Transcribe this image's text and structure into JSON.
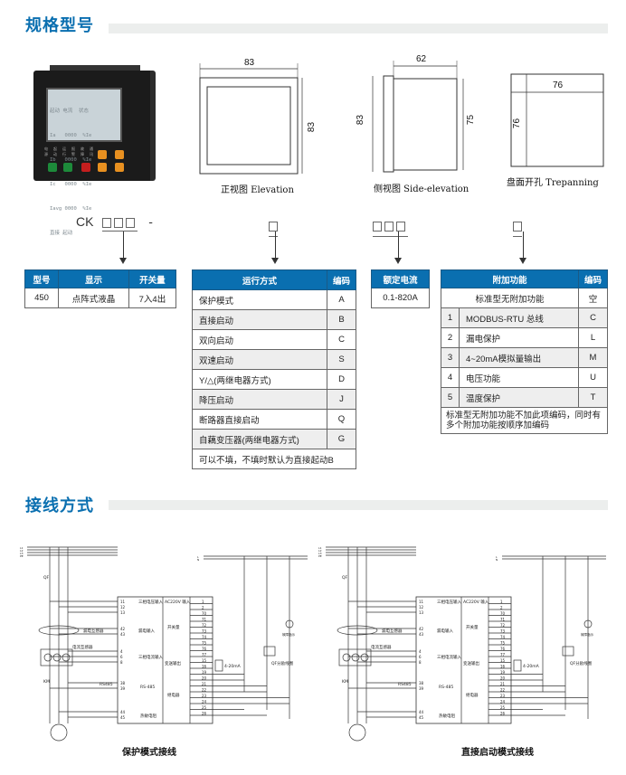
{
  "sections": {
    "spec_title": "规格型号",
    "wiring_title": "接线方式"
  },
  "device": {
    "screen_lines": [
      "起动 电流  状态",
      "Ia   0000  %Ie",
      "Ib   0000  %Ie",
      "Ic   0000  %Ie",
      "Iavg 0000  %Ie",
      "直接 起动"
    ],
    "led_labels": [
      "电源",
      "起动",
      "运行",
      "报警",
      "故障",
      "通讯"
    ]
  },
  "drawings": {
    "elevation": {
      "width": "83",
      "height": "83",
      "caption": "正视图 Elevation"
    },
    "side": {
      "depth": "62",
      "front_height": "83",
      "body_height": "75",
      "caption": "侧视图 Side-elevation"
    },
    "trepanning": {
      "width": "76",
      "height": "76",
      "caption": "盘面开孔 Trepanning"
    }
  },
  "model_code": {
    "prefix": "CK",
    "dash": "-"
  },
  "table_model": {
    "headers": [
      "型号",
      "显示",
      "开关量"
    ],
    "row": [
      "450",
      "点阵式液晶",
      "7入4出"
    ]
  },
  "table_mode": {
    "headers": [
      "运行方式",
      "编码"
    ],
    "rows": [
      [
        "保护模式",
        "A"
      ],
      [
        "直接启动",
        "B"
      ],
      [
        "双向启动",
        "C"
      ],
      [
        "双速启动",
        "S"
      ],
      [
        "Y/△(两继电器方式)",
        "D"
      ],
      [
        "降压启动",
        "J"
      ],
      [
        "断路器直接启动",
        "Q"
      ],
      [
        "自藕变压器(两继电器方式)",
        "G"
      ]
    ],
    "note": "可以不填，不填时默认为直接起动B"
  },
  "table_current": {
    "header": "额定电流",
    "value": "0.1-820A"
  },
  "table_extra": {
    "headers": [
      "附加功能",
      "编码"
    ],
    "standard": [
      "标准型无附加功能",
      "空"
    ],
    "rows": [
      [
        "1",
        "MODBUS-RTU 总线",
        "C"
      ],
      [
        "2",
        "漏电保护",
        "L"
      ],
      [
        "3",
        "4~20mA模拟量输出",
        "M"
      ],
      [
        "4",
        "电压功能",
        "U"
      ],
      [
        "5",
        "温度保护",
        "T"
      ]
    ],
    "note": "标准型无附加功能不加此项编码，同时有多个附加功能按顺序加编码"
  },
  "wiring": {
    "labels": {
      "lines": [
        "L1",
        "L2",
        "L3",
        "PE"
      ],
      "ln": [
        "L",
        "N"
      ],
      "qf": "QF",
      "km": "KM",
      "ac_in": "AC220V 输入",
      "v_in": "三相电压输入",
      "leak_in": "漏电输入",
      "i_in": "三相电流输入",
      "switch": "开关量",
      "analog": "变送输出",
      "relay": "继电器",
      "rs485": "RS-485",
      "rs485_ext": "RS485",
      "therm": "热敏电阻",
      "ct": "电流互感器",
      "leak_ct": "漏电互感器",
      "ma": "4-20mA",
      "trip": "QF分励线圈",
      "lamp": "故障指示"
    },
    "left_terminals": [
      "11",
      "12",
      "13",
      "42",
      "43",
      "4",
      "6",
      "8",
      "38",
      "39",
      "44",
      "45"
    ],
    "right_terminals": [
      "1",
      "2",
      "70",
      "71",
      "72",
      "73",
      "74",
      "75",
      "76",
      "77",
      "15",
      "16",
      "19",
      "20",
      "21",
      "22",
      "23",
      "24",
      "25",
      "26"
    ],
    "captions": [
      "保护模式接线",
      "直接启动模式接线"
    ]
  }
}
